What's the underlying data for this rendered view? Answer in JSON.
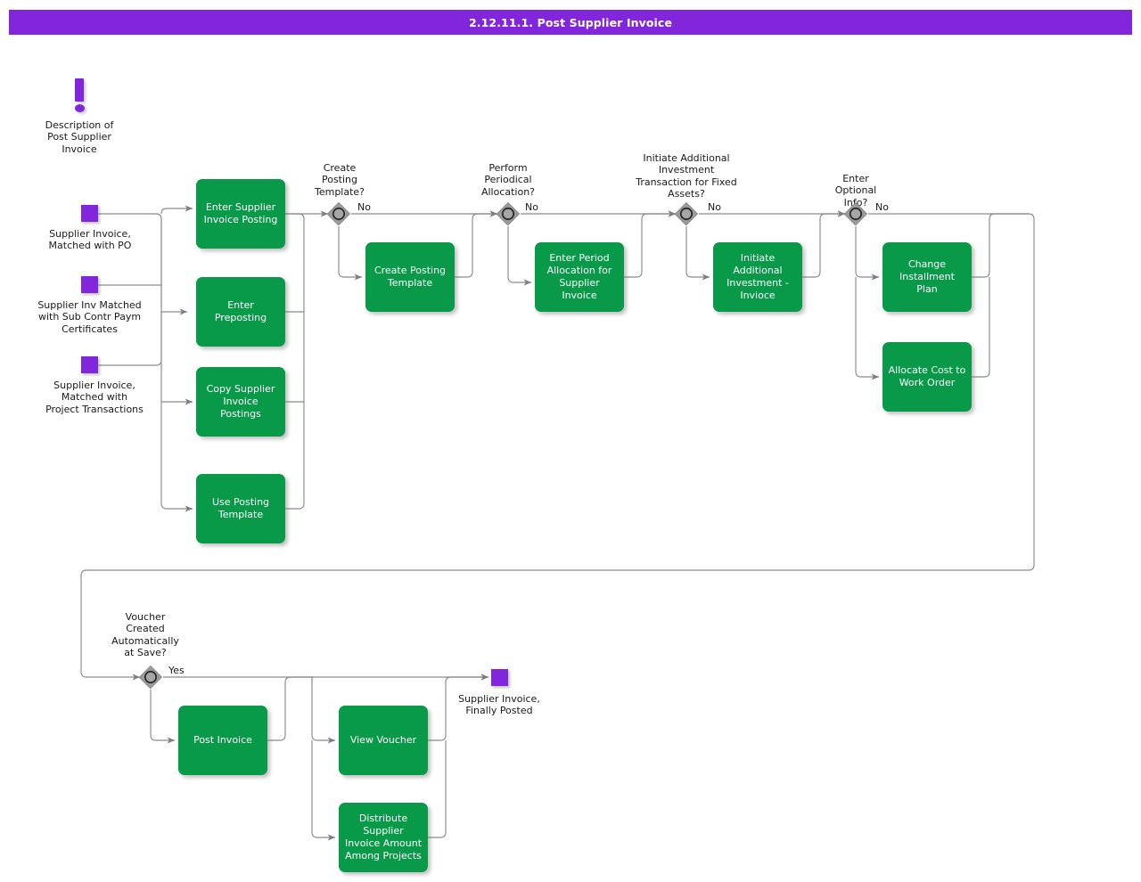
{
  "header": {
    "title": "2.12.11.1. Post Supplier Invoice"
  },
  "colors": {
    "title_bar": "#8226dc",
    "process_box": "#089949",
    "data_node": "#8226dc",
    "gateway_fill": "#9a9a9a",
    "connector": "#808080",
    "text_on_process": "#ffffff",
    "text_label": "#1a1a1a"
  },
  "description_marker": {
    "icon": "exclamation-icon",
    "label": "Description of\nPost Supplier\nInvoice"
  },
  "inputs": [
    {
      "id": "in-po",
      "icon": "data-object-icon",
      "label": "Supplier Invoice,\nMatched with PO"
    },
    {
      "id": "in-subcontr",
      "icon": "data-object-icon",
      "label": "Supplier Inv Matched\nwith Sub Contr Paym\nCertificates"
    },
    {
      "id": "in-project",
      "icon": "data-object-icon",
      "label": "Supplier Invoice,\nMatched with\nProject Transactions"
    }
  ],
  "entry_activities": [
    {
      "id": "act-enter-posting",
      "label": "Enter Supplier\nInvoice Posting"
    },
    {
      "id": "act-preposting",
      "label": "Enter Preposting"
    },
    {
      "id": "act-copy-postings",
      "label": "Copy Supplier\nInvoice Postings"
    },
    {
      "id": "act-use-template",
      "label": "Use Posting\nTemplate"
    }
  ],
  "gateways": [
    {
      "id": "gw-create-template",
      "label": "Create\nPosting\nTemplate?",
      "branch": "No"
    },
    {
      "id": "gw-periodical-alloc",
      "label": "Perform\nPeriodical\nAllocation?",
      "branch": "No"
    },
    {
      "id": "gw-fixed-assets",
      "label": "Initiate Additional\nInvestment\nTransaction for Fixed\nAssets?",
      "branch": "No"
    },
    {
      "id": "gw-optional-info",
      "label": "Enter\nOptional\nInfo?",
      "branch": "No"
    },
    {
      "id": "gw-voucher-auto",
      "label": "Voucher\nCreated\nAutomatically\nat Save?",
      "branch": "Yes"
    }
  ],
  "branch_activities": [
    {
      "id": "act-create-template",
      "label": "Create Posting\nTemplate"
    },
    {
      "id": "act-period-allocation",
      "label": "Enter Period\nAllocation for\nSupplier Invoice"
    },
    {
      "id": "act-initiate-invest",
      "label": "Initiate\nAdditional\nInvestment -\nInvioce"
    },
    {
      "id": "act-change-installment",
      "label": "Change\nInstallment Plan"
    },
    {
      "id": "act-allocate-cost",
      "label": "Allocate Cost to\nWork Order"
    }
  ],
  "bottom_activities": [
    {
      "id": "act-post-invoice",
      "label": "Post Invoice"
    },
    {
      "id": "act-view-voucher",
      "label": "View Voucher"
    },
    {
      "id": "act-distribute-amt",
      "label": "Distribute\nSupplier Invoice\nAmount Among\nProjects"
    }
  ],
  "outputs": [
    {
      "id": "out-final",
      "icon": "data-object-icon",
      "label": "Supplier Invoice,\nFinally Posted"
    }
  ]
}
